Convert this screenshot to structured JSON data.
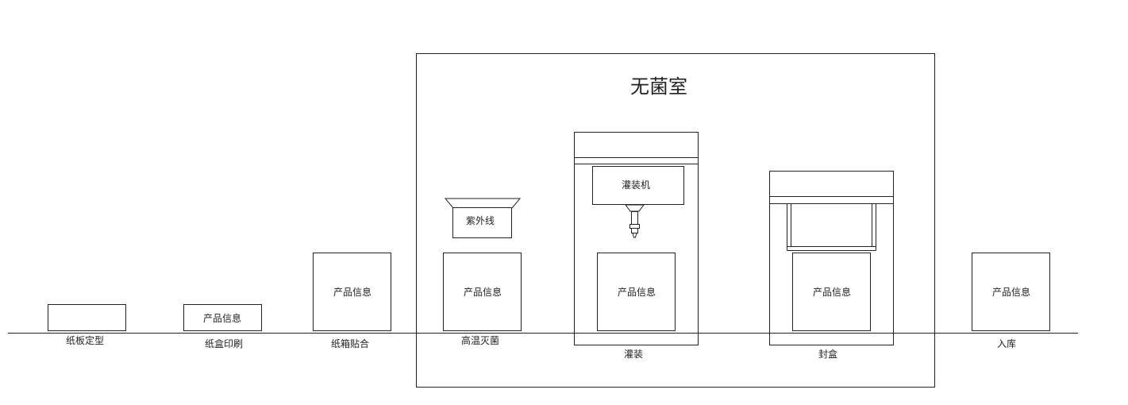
{
  "cleanroom": {
    "title": "无菌室"
  },
  "stations": {
    "cardboard_forming": {
      "label": "纸板定型"
    },
    "box_printing": {
      "label": "纸盒印刷",
      "box_text": "产品信息"
    },
    "carton_gluing": {
      "label": "纸箱贴合",
      "box_text": "产品信息"
    },
    "sterilization": {
      "label": "高温灭菌",
      "box_text": "产品信息",
      "uv_label": "紫外线"
    },
    "filling": {
      "label": "灌装",
      "box_text": "产品信息",
      "machine_label": "灌装机"
    },
    "sealing": {
      "label": "封盒",
      "box_text": "产品信息"
    },
    "warehousing": {
      "label": "入库",
      "box_text": "产品信息"
    }
  }
}
